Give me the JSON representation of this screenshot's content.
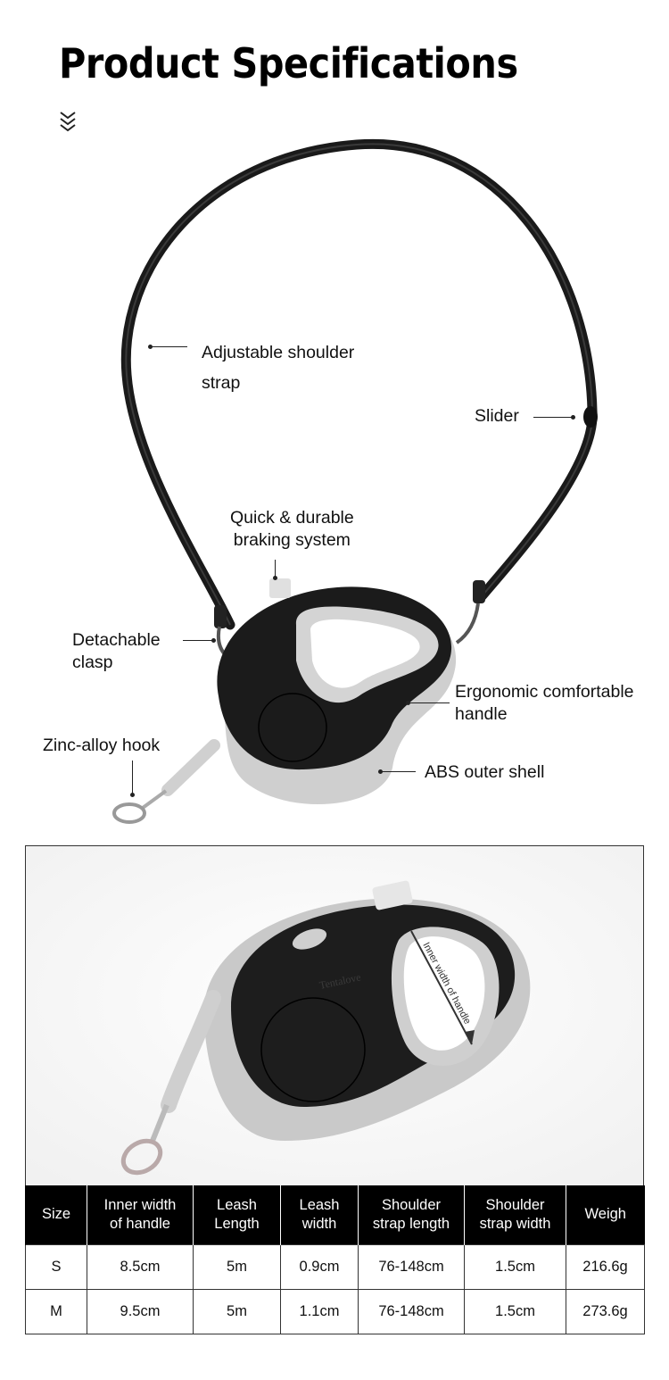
{
  "header": {
    "title": "Product Specifications"
  },
  "callouts": {
    "shoulder_strap": "Adjustable shoulder\nstrap",
    "slider": "Slider",
    "braking": "Quick & durable\nbraking system",
    "clasp": "Detachable\nclasp",
    "handle": "Ergonomic comfortable\nhandle",
    "hook": "Zinc-alloy hook",
    "shell": "ABS outer shell"
  },
  "photo": {
    "handle_dimension_label": "Inner width of handle",
    "brand_text": "Tentalove"
  },
  "colors": {
    "body_black": "#1b1b1b",
    "shell_gray": "#cfcfcf",
    "header_black": "#000000"
  },
  "spec_table": {
    "headers": [
      "Size",
      "Inner width\nof handle",
      "Leash\nLength",
      "Leash\nwidth",
      "Shoulder\nstrap length",
      "Shoulder\nstrap width",
      "Weigh"
    ],
    "rows": [
      [
        "S",
        "8.5cm",
        "5m",
        "0.9cm",
        "76-148cm",
        "1.5cm",
        "216.6g"
      ],
      [
        "M",
        "9.5cm",
        "5m",
        "1.1cm",
        "76-148cm",
        "1.5cm",
        "273.6g"
      ]
    ]
  }
}
